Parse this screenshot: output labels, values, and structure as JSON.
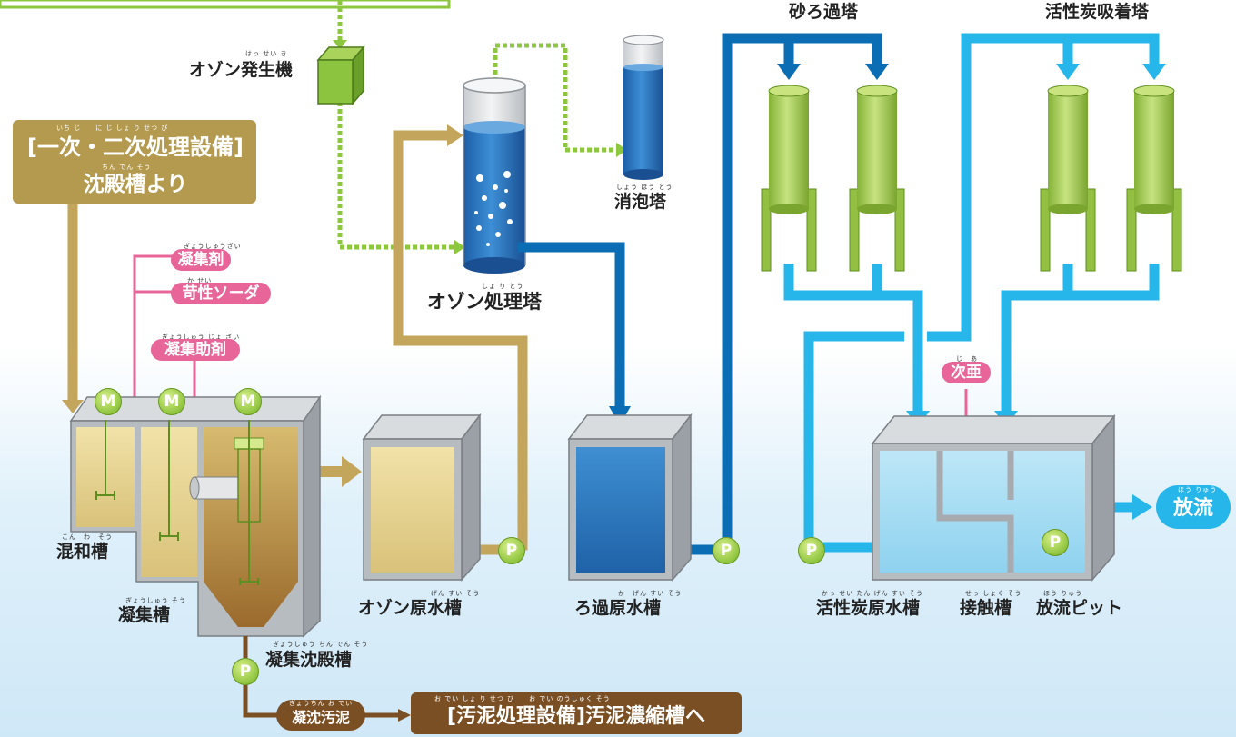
{
  "labels": {
    "ozone_generator": "オゾン発生機",
    "ozone_generator_ruby": "はっ せい き",
    "primary_secondary_1": "[一次・二次処理設備]",
    "primary_secondary_1_ruby": "いち じ　　に じ しょ り せつ び",
    "primary_secondary_2": "沈殿槽より",
    "primary_secondary_2_ruby": "ちん でん そう",
    "ozone_tower": "オゾン処理塔",
    "ozone_tower_ruby": "しょ り とう",
    "defoam_tower": "消泡塔",
    "defoam_tower_ruby": "しょう ほう とう",
    "sand_filter": "砂ろ過塔",
    "carbon_adsorption": "活性炭吸着塔",
    "coagulant": "凝集剤",
    "coagulant_ruby": "ぎょうしゅうざい",
    "caustic_soda": "苛性ソーダ",
    "caustic_soda_ruby": "か せい",
    "coag_aid": "凝集助剤",
    "coag_aid_ruby": "ぎょうしゅう じょ ざい",
    "mixing_tank": "混和槽",
    "mixing_tank_ruby": "こん　わ　そう",
    "coag_tank": "凝集槽",
    "coag_tank_ruby": "ぎょうしゅう そう",
    "coag_settling": "凝集沈殿槽",
    "coag_settling_ruby": "ぎょうしゅう ちん でん そう",
    "ozone_raw": "オゾン原水槽",
    "ozone_raw_ruby": "げん すい そう",
    "filter_raw": "ろ過原水槽",
    "filter_raw_ruby": "か　げん すい そう",
    "carbon_raw": "活性炭原水槽",
    "carbon_raw_ruby": "かっ せい たん げん すい そう",
    "contact_tank": "接触槽",
    "contact_tank_ruby": "せっ しょく そう",
    "discharge_pit": "放流ピット",
    "discharge_pit_ruby": "ほう りゅう",
    "hypochlorite": "次亜",
    "hypochlorite_ruby": "じ　あ",
    "discharge": "放流",
    "discharge_ruby": "ほう りゅう",
    "sludge": "凝沈汚泥",
    "sludge_ruby": "ぎょうちん お でい",
    "sludge_dest": "[汚泥処理設備]汚泥濃縮槽へ",
    "sludge_dest_ruby": "お でい しょ り せつ び　　お でい のうしゅく そう"
  },
  "marks": {
    "motor": "M",
    "pump": "P"
  },
  "colors": {
    "tan": "#c3a55c",
    "tan_box": "#b39a4f",
    "pink": "#e8659a",
    "green_dash": "#8dc63f",
    "dark_blue": "#0b6db4",
    "light_blue": "#27b6ea",
    "brown": "#7a4f24",
    "tower_green": "#a8cf52"
  }
}
